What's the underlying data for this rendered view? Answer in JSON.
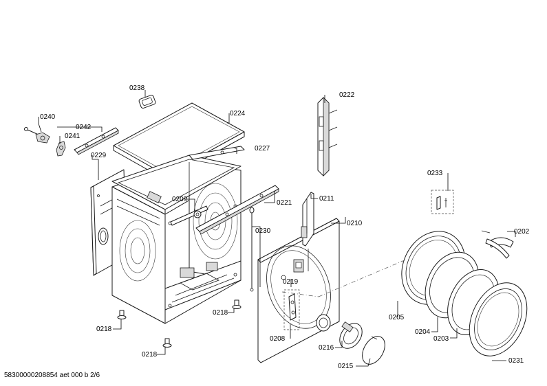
{
  "diagram": {
    "callouts": {
      "c0238": "0238",
      "c0224": "0224",
      "c0240": "0240",
      "c0242": "0242",
      "c0241": "0241",
      "c0229": "0229",
      "c0227": "0227",
      "c0222": "0222",
      "c0209": "0209",
      "c0221": "0221",
      "c0211": "0211",
      "c0230": "0230",
      "c0210": "0210",
      "c0233": "0233",
      "c0202": "0202",
      "c0219": "0219",
      "c0218a": "0218",
      "c0218b": "0218",
      "c0218c": "0218",
      "c0208": "0208",
      "c0216": "0216",
      "c0215": "0215",
      "c0205": "0205",
      "c0204": "0204",
      "c0203": "0203",
      "c0231": "0231"
    },
    "footer": "58300000208854 aet 000 b 2/6"
  }
}
